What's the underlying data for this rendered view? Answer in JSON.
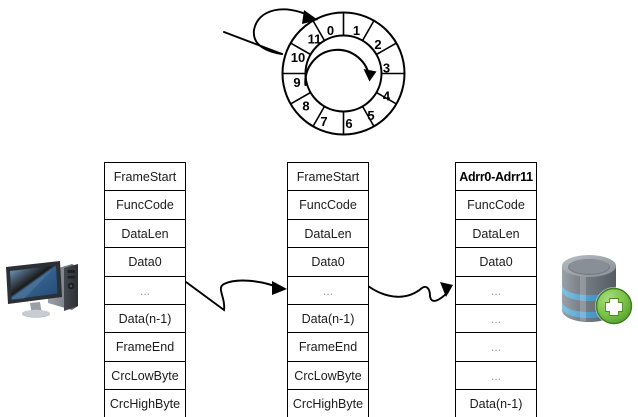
{
  "diagram": {
    "title": "Ring buffer frame storage flow",
    "background_color": "#ffffff",
    "stroke_color": "#000000"
  },
  "ring_buffer": {
    "name": "circular-ring-buffer",
    "slot_count": 12,
    "slots": [
      "0",
      "1",
      "2",
      "3",
      "4",
      "5",
      "6",
      "7",
      "8",
      "9",
      "10",
      "11"
    ],
    "direction": "clockwise",
    "inner_arrow": "clockwise-rotation-arrow",
    "incoming_arrow_target_slot": "11"
  },
  "icons": {
    "computer": {
      "name": "desktop-computer-icon",
      "label": "Desktop computer",
      "screen_color": "#3b6ea5",
      "bezel_color": "#2b2f36",
      "tower_color": "#8d9298"
    },
    "database": {
      "name": "database-add-icon",
      "label": "Database",
      "cylinder_color": "#8a9097",
      "band_color": "#5aa9d6",
      "badge_color": "#6cbf3f",
      "badge_symbol": "+"
    },
    "arrow_into_ring": "curved-arrow-into-ring-icon",
    "arrow_table1_to_table2": "curved-arrow-right-icon",
    "arrow_table2_to_table3": "wavy-arrow-right-icon"
  },
  "frames": [
    {
      "name": "frame-table-source",
      "id": "frame-table-1",
      "rows": [
        "FrameStart",
        "FuncCode",
        "DataLen",
        "Data0",
        "...",
        "Data(n-1)",
        "FrameEnd",
        "CrcLowByte",
        "CrcHighByte"
      ]
    },
    {
      "name": "frame-table-received",
      "id": "frame-table-2",
      "rows": [
        "FrameStart",
        "FuncCode",
        "DataLen",
        "Data0",
        "...",
        "Data(n-1)",
        "FrameEnd",
        "CrcLowByte",
        "CrcHighByte"
      ]
    },
    {
      "name": "frame-table-stored",
      "id": "frame-table-3",
      "header": "Adrr0-Adrr11",
      "rows": [
        "Adrr0-Adrr11",
        "FuncCode",
        "DataLen",
        "Data0",
        "...",
        "...",
        "...",
        "...",
        "Data(n-1)"
      ]
    }
  ]
}
